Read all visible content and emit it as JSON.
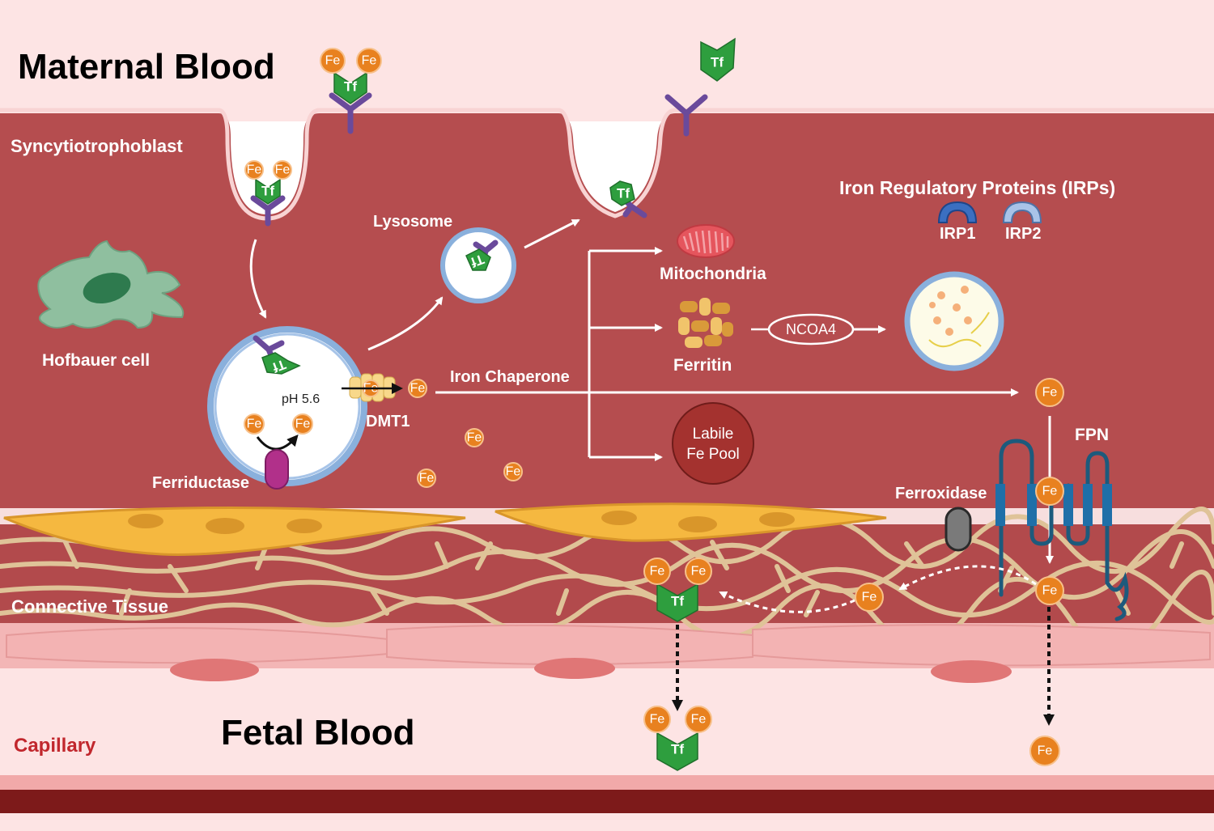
{
  "regions": {
    "maternal_blood": "Maternal Blood",
    "syncytiotrophoblast": "Syncytiotrophoblast",
    "connective_tissue": "Connective Tissue",
    "capillary": "Capillary",
    "fetal_blood": "Fetal Blood"
  },
  "cells": {
    "hofbauer": "Hofbauer cell"
  },
  "organelles": {
    "lysosome": "Lysosome",
    "mitochondria": "Mitochondria",
    "ferritin": "Ferritin",
    "labile_pool_line1": "Labile",
    "labile_pool_line2": "Fe Pool"
  },
  "proteins": {
    "irps_title": "Iron Regulatory Proteins (IRPs)",
    "irp1": "IRP1",
    "irp2": "IRP2",
    "ncoa4": "NCOA4",
    "dmt1": "DMT1",
    "ferriductase": "Ferriductase",
    "ferroxidase": "Ferroxidase",
    "fpn": "FPN",
    "iron_chaperone": "Iron Chaperone"
  },
  "endosome": {
    "ph": "pH 5.6"
  },
  "molecules": {
    "fe": "Fe",
    "tf": "Tf"
  },
  "colors": {
    "maternal_blood": "#fde4e4",
    "syncytio": "#b54d4f",
    "connective": "#b24a4c",
    "fiber": "#dfc398",
    "fe": "#e8811f",
    "tf": "#2e9e3e",
    "receptor": "#6a4a9b",
    "capillary_dark": "#7d1a1a"
  },
  "icons": [
    "transferrin-icon",
    "iron-ion-icon",
    "transferrin-receptor-icon",
    "hofbauer-cell-icon",
    "mitochondria-icon",
    "ferritin-icon",
    "irp-icon",
    "ferroportin-icon",
    "ferroxidase-icon",
    "ferriductase-icon",
    "dmt1-icon",
    "autophagosome-icon"
  ]
}
